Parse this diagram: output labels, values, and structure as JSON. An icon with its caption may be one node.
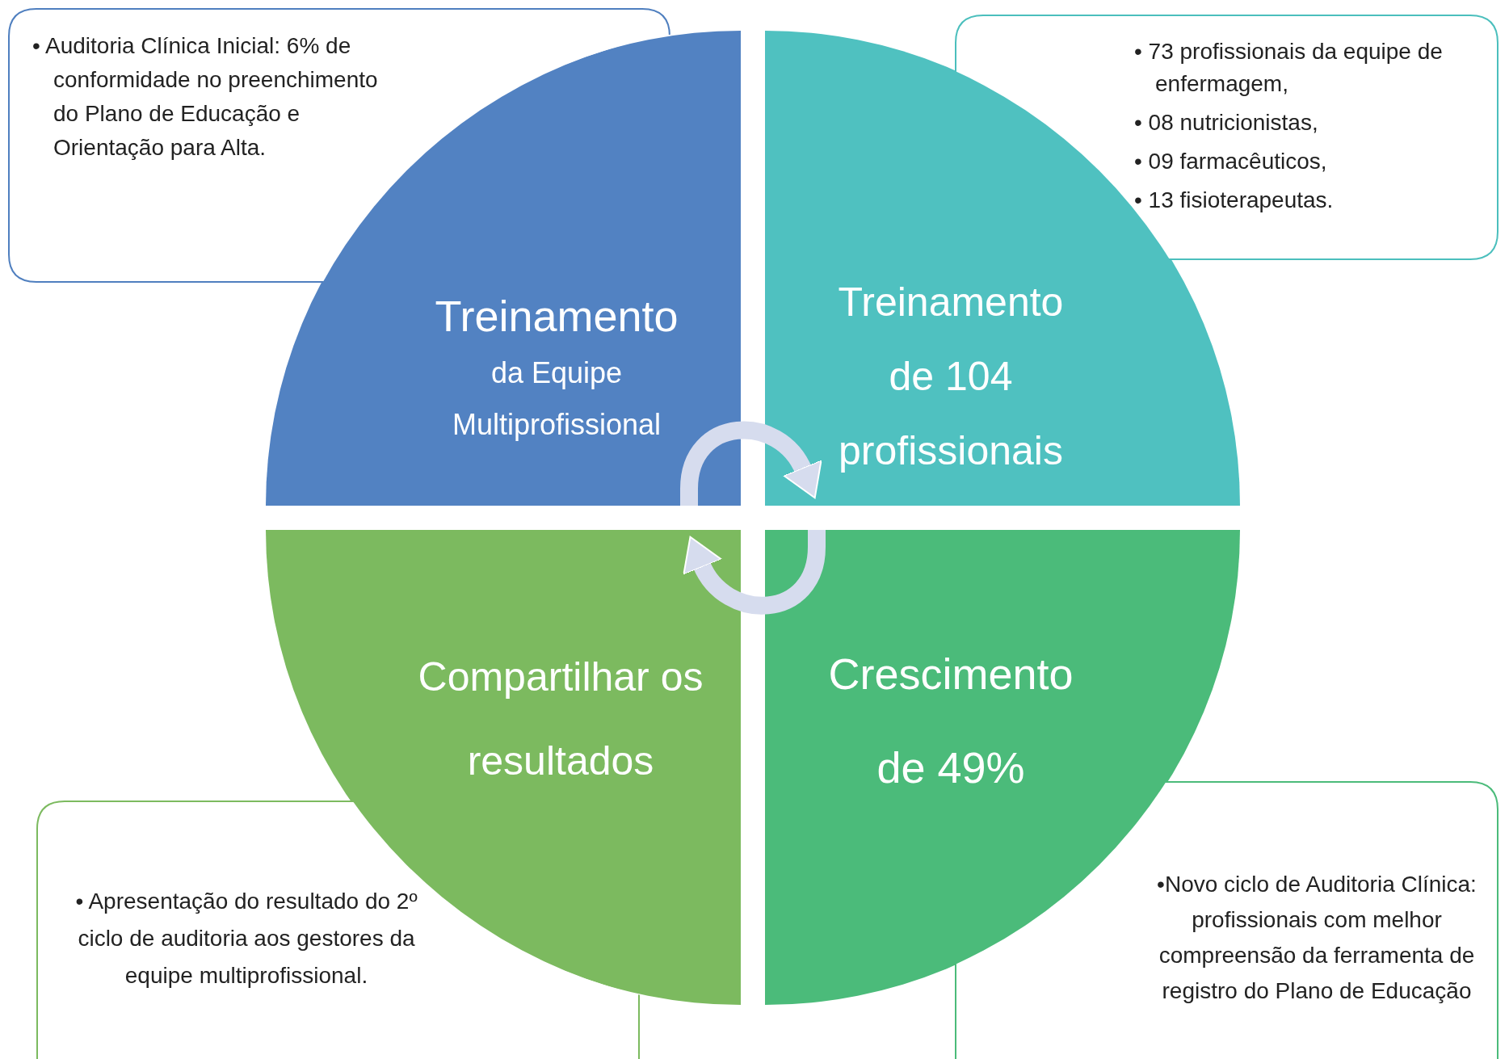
{
  "diagram": {
    "nodes": [
      {
        "text": [
          "• Auditoria Clínica Inicial: 6% de conformidade no preenchimento do Plano de Educação e Orientação para Alta."
        ]
      },
      {
        "text": [
          "Treinamento",
          "da Equipe Multiprofissional"
        ]
      },
      {
        "text": [
          "• 73 profissionais da equipe de enfermagem,",
          "• 08 nutricionistas,",
          "• 09 farmacêuticos,",
          "• 13 fisioterapeutas."
        ]
      },
      {
        "text": [
          "Treinamento de 104 profissionais"
        ]
      },
      {
        "text": [
          "Compartilhar os resultados"
        ]
      },
      {
        "text": [
          "Crescimento de 49%"
        ]
      },
      {
        "text": [
          "• Apresentação do resultado do 2º ciclo de auditoria aos gestores da equipe multiprofissional."
        ]
      },
      {
        "text": [
          "•Novo ciclo de Auditoria Clínica: profissionais com melhor compreensão da ferramenta de registro do Plano de Educação"
        ]
      }
    ],
    "edges": [
      {
        "from": 1,
        "to": 3,
        "arrow": "to"
      },
      {
        "from": 5,
        "to": 4,
        "arrow": "to"
      }
    ]
  }
}
